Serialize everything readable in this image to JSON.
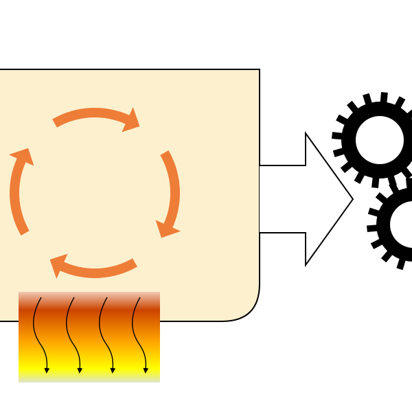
{
  "colors": {
    "background": "#ffffff",
    "chamber_fill": "#fdf0cf",
    "outline": "#000000",
    "cycle_arrow": "#ee7d38",
    "heat_top": "#cc4400",
    "heat_mid": "#ffa500",
    "heat_bottom": "#ffff00",
    "gear": "#000000"
  },
  "diagram": {
    "cycle_arrow_count": 4,
    "heat_flow_arrow_count": 4,
    "gear_count": 2,
    "icons": [
      "circular-cycle-icon",
      "heat-source-icon",
      "output-arrow-icon",
      "gears-icon"
    ]
  }
}
